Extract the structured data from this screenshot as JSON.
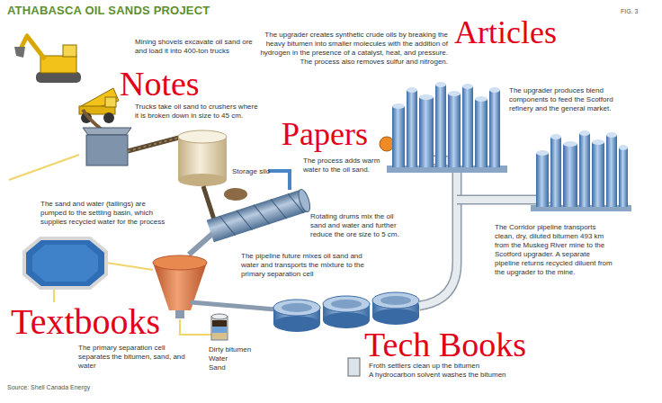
{
  "diagram": {
    "title": "ATHABASCA OIL SANDS PROJECT",
    "labels": [
      "FIG. 3",
      "Notes",
      "Mining shovels excavate oil sand ore and load it into 400-ton trucks",
      "Trucks take oil sand to crushers where it is broken down in size to 45 cm.",
      "Storage silo",
      "Papers",
      "The process adds warm water to the oil sand.",
      "Articles",
      "The upgrader creates synthetic crude oils by breaking the heavy bitumen into smaller molecules with the addition of hydrogen in the presence of a catalyst, heat, and pressure. The process also removes sulfur and nitrogen.",
      "The upgrader produces blend components to feed the Scotford refinery and the general market.",
      "Rotating drums mix the oil sand and water and further reduce the ore size to 5 cm.",
      "The sand and water (tailings) are pumped to the settling basin, which supplies recycled water for the process",
      "The pipeline future mixes oil sand and water and transports the mixture to the primary separation cell",
      "The Corridor pipeline transports clean, dry, diluted bitumen 493 km from the Muskeg River mine to the Scotford upgrader. A separate pipeline returns recycled diluent from the upgrader to the mine.",
      "Textbooks",
      "The primary separation cell separates the bitumen, sand, and water",
      "Dirty bitumen",
      "Water",
      "Sand",
      "Tech Books",
      "Froth settlers clean up the bitumen",
      "A hydrocarbon solvent washes the bitumen",
      "Source: Shell Canada Energy"
    ]
  }
}
